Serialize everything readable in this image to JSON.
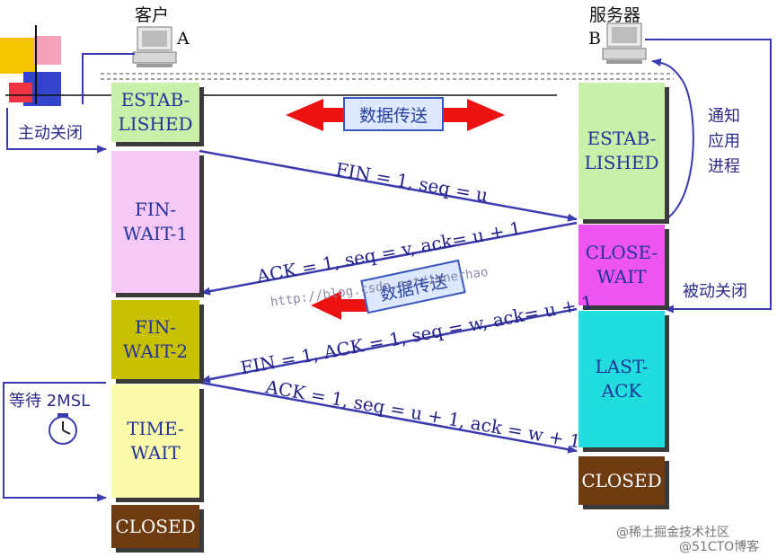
{
  "hosts": {
    "client_label": "客户",
    "client_letter": "A",
    "server_label": "服务器",
    "server_letter": "B"
  },
  "client_states": [
    {
      "label": "ESTAB-\nLISHED",
      "color": "#c8f0a8"
    },
    {
      "label": "FIN-\nWAIT-1",
      "color": "#f5c8f5"
    },
    {
      "label": "FIN-\nWAIT-2",
      "color": "#c8c000"
    },
    {
      "label": "TIME-\nWAIT",
      "color": "#fafaa8"
    },
    {
      "label": "CLOSED",
      "color": "#6e3c10"
    }
  ],
  "server_states": [
    {
      "label": "ESTAB-\nLISHED",
      "color": "#c8f0a8"
    },
    {
      "label": "CLOSE-\nWAIT",
      "color": "#ee55ee"
    },
    {
      "label": "LAST-\nACK",
      "color": "#22dddd"
    },
    {
      "label": "CLOSED",
      "color": "#6e3c10"
    }
  ],
  "messages": {
    "fin1": "FIN = 1, seq = u",
    "ack1": "ACK = 1, seq = v, ack= u + 1",
    "fin2": "FIN = 1, ACK = 1, seq = w, ack= u + 1",
    "ack2": "ACK = 1, seq = u + 1, ack = w + 1"
  },
  "data_transfer_label": "数据传送",
  "side_labels": {
    "active_close": "主动关闭",
    "notify_app": "通知\n应用\n进程",
    "passive_close": "被动关闭",
    "wait_2msl": "等待 2MSL"
  },
  "icons": {
    "client_computer": "computer-icon",
    "server_computer": "computer-icon",
    "timer": "clock-icon",
    "red_arrow": "double-arrow-icon"
  },
  "watermark": "http://blog.csdn.net/innerhao",
  "footer": "@稀土掘金技术社区",
  "footer2": "@51CTO博客"
}
